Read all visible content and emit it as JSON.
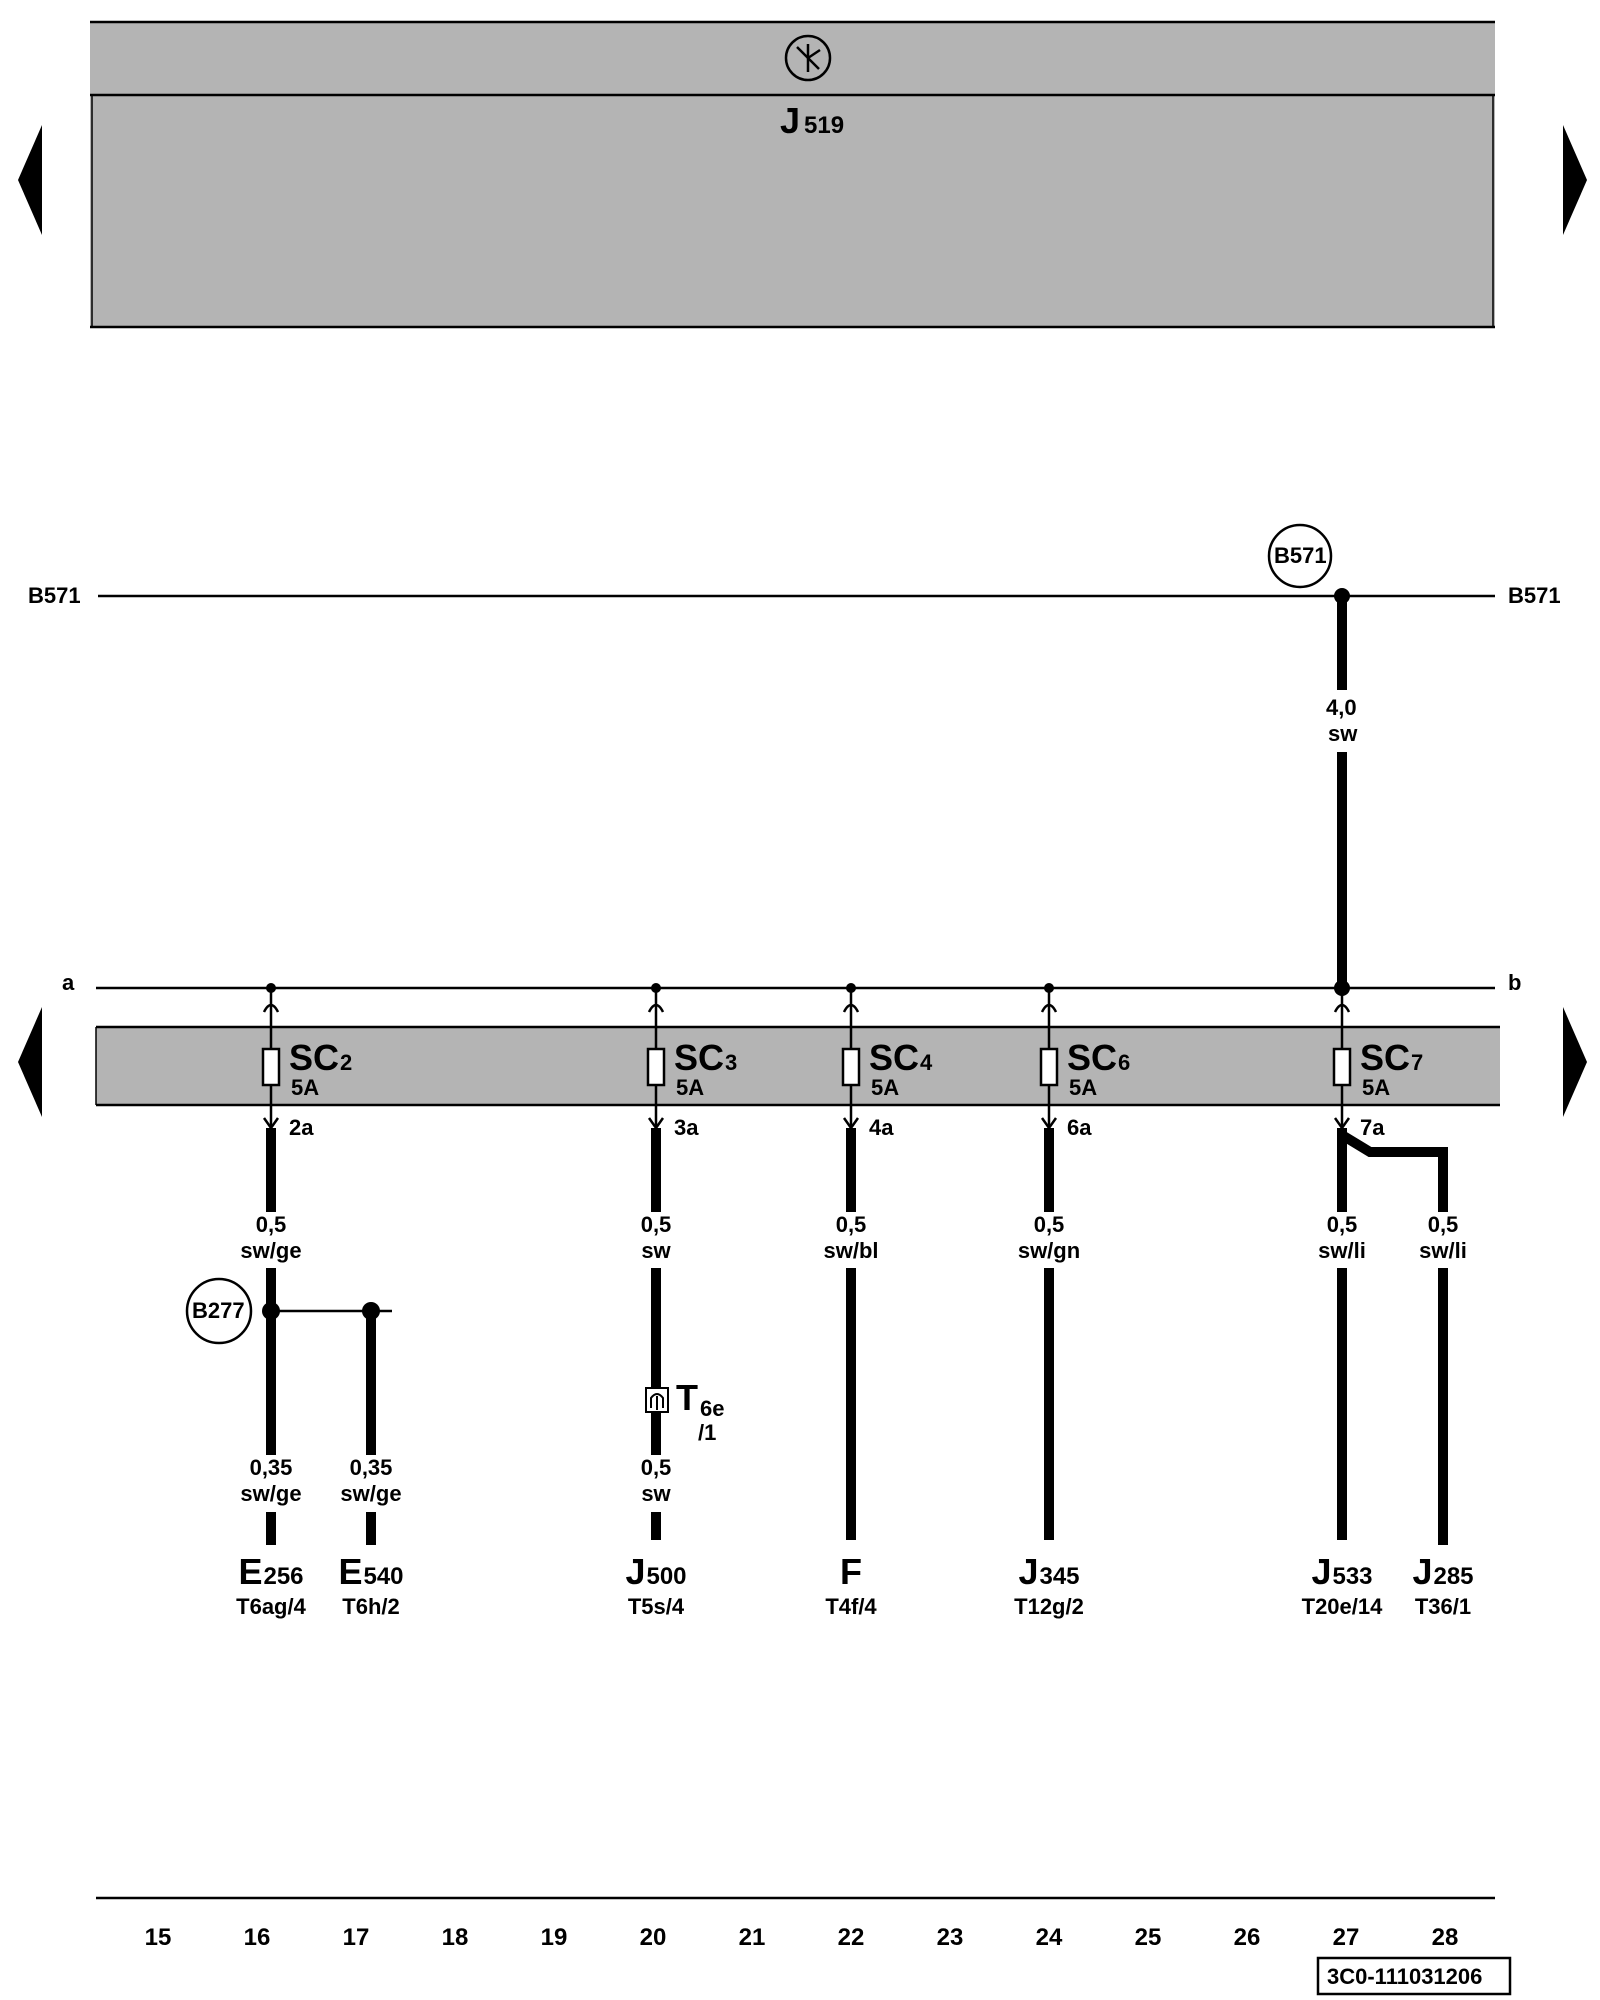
{
  "control_unit": {
    "designator": "J",
    "number": "519"
  },
  "bus_b571": {
    "left_label": "B571",
    "right_label": "B571",
    "node_label": "B571",
    "feed_gauge": "4,0",
    "feed_color": "sw"
  },
  "bus_ab": {
    "left_label": "a",
    "right_label": "b"
  },
  "fuses": [
    {
      "name": "SC",
      "num": "2",
      "rating": "5A",
      "pin": "2a"
    },
    {
      "name": "SC",
      "num": "3",
      "rating": "5A",
      "pin": "3a"
    },
    {
      "name": "SC",
      "num": "4",
      "rating": "5A",
      "pin": "4a"
    },
    {
      "name": "SC",
      "num": "6",
      "rating": "5A",
      "pin": "6a"
    },
    {
      "name": "SC",
      "num": "7",
      "rating": "5A",
      "pin": "7a"
    }
  ],
  "upper_wires": [
    {
      "gauge": "0,5",
      "color": "sw/ge"
    },
    {
      "gauge": "0,5",
      "color": "sw"
    },
    {
      "gauge": "0,5",
      "color": "sw/bl"
    },
    {
      "gauge": "0,5",
      "color": "sw/gn"
    },
    {
      "gauge": "0,5",
      "color": "sw/li"
    },
    {
      "gauge": "0,5",
      "color": "sw/li"
    }
  ],
  "splice_b277": {
    "label": "B277"
  },
  "lower_wires": [
    {
      "gauge": "0,35",
      "color": "sw/ge"
    },
    {
      "gauge": "0,35",
      "color": "sw/ge"
    },
    {
      "gauge": "0,5",
      "color": "sw"
    }
  ],
  "connector_t6e": {
    "letter": "T",
    "sub": "6e",
    "pin": "/1"
  },
  "components": [
    {
      "letter": "E",
      "num": "256",
      "conn": "T6ag/4"
    },
    {
      "letter": "E",
      "num": "540",
      "conn": "T6h/2"
    },
    {
      "letter": "J",
      "num": "500",
      "conn": "T5s/4"
    },
    {
      "letter": "F",
      "num": "",
      "conn": "T4f/4"
    },
    {
      "letter": "J",
      "num": "345",
      "conn": "T12g/2"
    },
    {
      "letter": "J",
      "num": "533",
      "conn": "T20e/14"
    },
    {
      "letter": "J",
      "num": "285",
      "conn": "T36/1"
    }
  ],
  "columns": [
    "15",
    "16",
    "17",
    "18",
    "19",
    "20",
    "21",
    "22",
    "23",
    "24",
    "25",
    "26",
    "27",
    "28"
  ],
  "drawing_id": "3C0-111031206"
}
